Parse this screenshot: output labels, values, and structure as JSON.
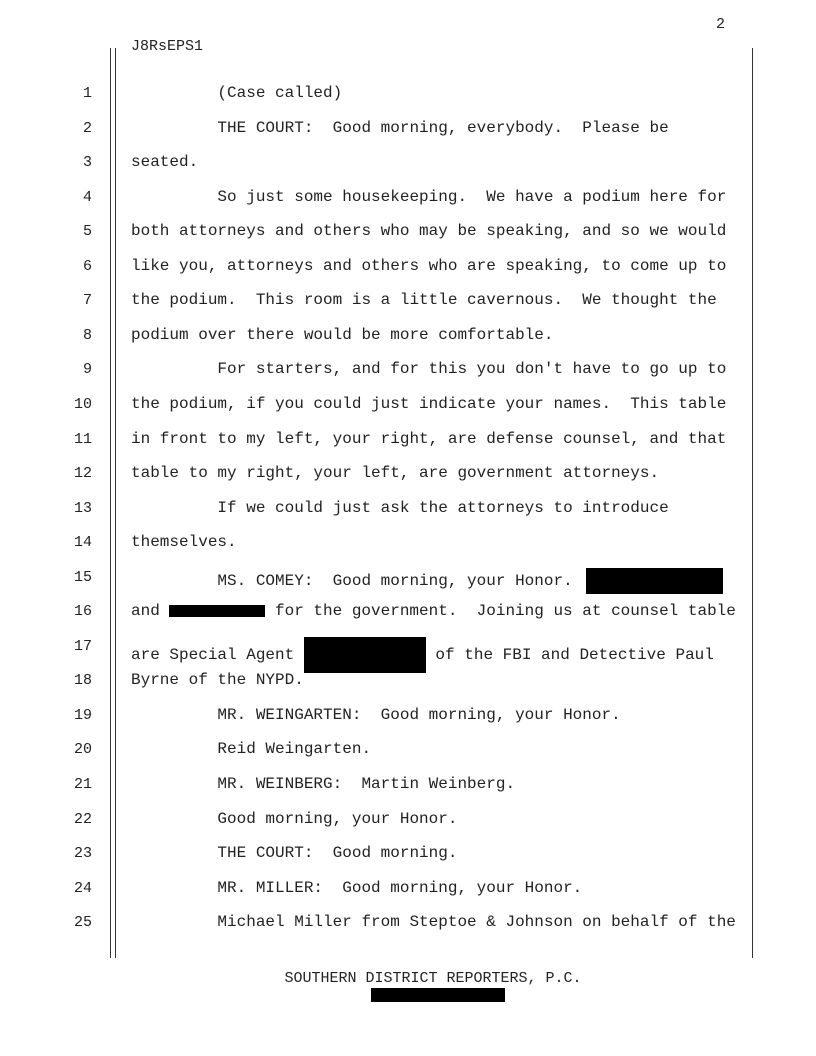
{
  "page_number": "2",
  "header_code": "J8RsEPS1",
  "lines": [
    {
      "n": "1",
      "text": "         (Case called)"
    },
    {
      "n": "2",
      "text": "         THE COURT:  Good morning, everybody.  Please be"
    },
    {
      "n": "3",
      "text": "seated."
    },
    {
      "n": "4",
      "text": "         So just some housekeeping.  We have a podium here for"
    },
    {
      "n": "5",
      "text": "both attorneys and others who may be speaking, and so we would"
    },
    {
      "n": "6",
      "text": "like you, attorneys and others who are speaking, to come up to"
    },
    {
      "n": "7",
      "text": "the podium.  This room is a little cavernous.  We thought the"
    },
    {
      "n": "8",
      "text": "podium over there would be more comfortable."
    },
    {
      "n": "9",
      "text": "         For starters, and for this you don't have to go up to"
    },
    {
      "n": "10",
      "text": "the podium, if you could just indicate your names.  This table"
    },
    {
      "n": "11",
      "text": "in front to my left, your right, are defense counsel, and that"
    },
    {
      "n": "12",
      "text": "table to my right, your left, are government attorneys."
    },
    {
      "n": "13",
      "text": "         If we could just ask the attorneys to introduce"
    },
    {
      "n": "14",
      "text": "themselves."
    },
    {
      "n": "15",
      "text": "         MS. COMEY:  Good morning, your Honor. "
    },
    {
      "n": "16",
      "before": "and ",
      "after": " for the government.  Joining us at counsel table"
    },
    {
      "n": "17",
      "before": "are Special Agent ",
      "after": " of the FBI and Detective Paul"
    },
    {
      "n": "18",
      "text": "Byrne of the NYPD."
    },
    {
      "n": "19",
      "text": "         MR. WEINGARTEN:  Good morning, your Honor."
    },
    {
      "n": "20",
      "text": "         Reid Weingarten."
    },
    {
      "n": "21",
      "text": "         MR. WEINBERG:  Martin Weinberg."
    },
    {
      "n": "22",
      "text": "         Good morning, your Honor."
    },
    {
      "n": "23",
      "text": "         THE COURT:  Good morning."
    },
    {
      "n": "24",
      "text": "         MR. MILLER:  Good morning, your Honor."
    },
    {
      "n": "25",
      "text": "         Michael Miller from Steptoe & Johnson on behalf of the"
    }
  ],
  "footer": "SOUTHERN DISTRICT REPORTERS, P.C."
}
